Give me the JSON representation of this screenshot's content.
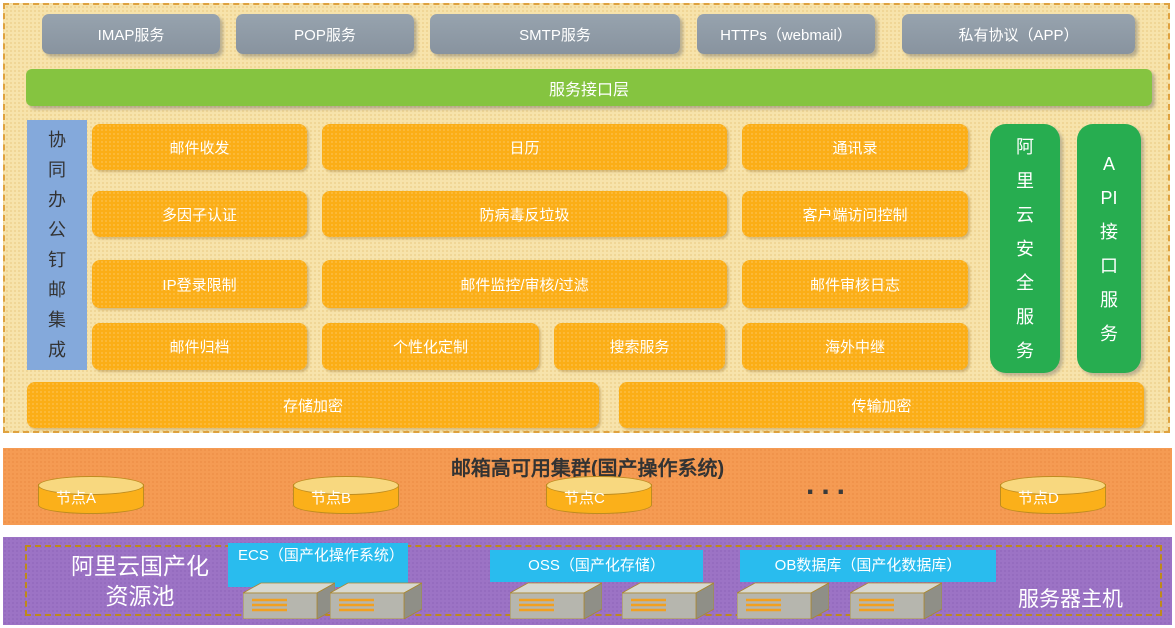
{
  "colors": {
    "top_band_bg": "#F7E3AB",
    "top_band_border": "#DFA23F",
    "protocol_box": "#8D99A6",
    "service_bar": "#85C440",
    "collab_column": "#84A9DB",
    "feature_box": "#FBAE17",
    "right_column": "#27AD50",
    "cluster_band_bg": "#F59B53",
    "node_body": "#FBB01A",
    "node_top": "#F8D87F",
    "resource_band_bg": "#9C73C5",
    "resource_service_box": "#29BCEE",
    "inner_dashed_border": "#BE8A19"
  },
  "top": {
    "protocols": [
      "IMAP服务",
      "POP服务",
      "SMTP服务",
      "HTTPs（webmail）",
      "私有协议（APP）"
    ],
    "service_layer": "服务接口层",
    "collab_label": "协\n同\n办\n公\n钉\n邮\n集\n成",
    "features": {
      "col1": [
        "邮件收发",
        "多因子认证",
        "IP登录限制",
        "邮件归档"
      ],
      "col2": [
        "日历",
        "防病毒反垃圾",
        "邮件监控/审核/过滤",
        "个性化定制",
        "搜索服务"
      ],
      "col3": [
        "通讯录",
        "客户端访问控制",
        "邮件审核日志",
        "海外中继"
      ]
    },
    "encryption": [
      "存储加密",
      "传输加密"
    ],
    "right_columns": [
      "阿\n里\n云\n安\n全\n服\n务",
      "A\nPI\n接\n口\n服\n务"
    ]
  },
  "cluster": {
    "title": "邮箱高可用集群(国产操作系统)",
    "nodes": [
      "节点A",
      "节点B",
      "节点C",
      "节点D"
    ],
    "ellipsis": "..."
  },
  "resources": {
    "pool_label": "阿里云国产化\n资源池",
    "services": [
      "ECS（国产化操作系统）",
      "OSS（国产化存储）",
      "OB数据库（国产化数据库）"
    ],
    "host_label": "服务器主机"
  }
}
